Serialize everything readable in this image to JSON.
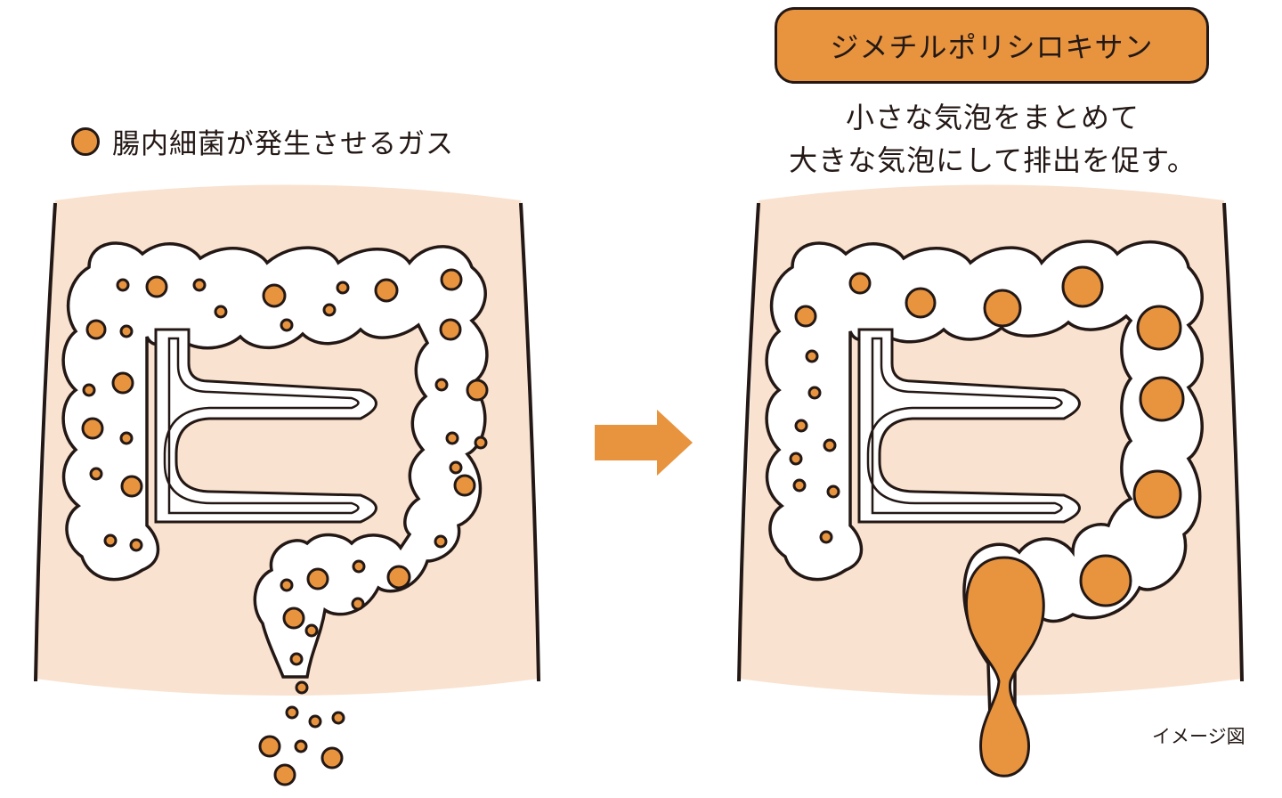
{
  "legend": {
    "label": "腸内細菌が発生させるガス"
  },
  "right_title": "ジメチルポリシロキサン",
  "right_description": [
    "小さな気泡をまとめて",
    "大きな気泡にして排出を促す。"
  ],
  "note": "イメージ図",
  "colors": {
    "skin": "#F9E2CF",
    "gas": "#E8943F",
    "outline": "#231815",
    "arrow": "#E8943F",
    "intestine": "#ffffff"
  }
}
